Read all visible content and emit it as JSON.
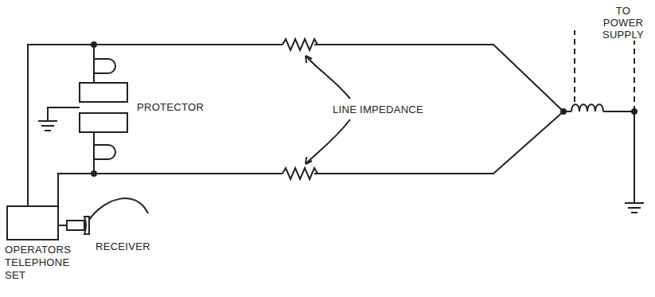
{
  "diagram": {
    "nodes": [
      {
        "text": [
          "OPERATORS TELEPHONE SET"
        ]
      }
    ],
    "labels": [
      "TO POWER SUPPLY",
      "PROTECTOR",
      "LINE IMPEDANCE",
      "RECEIVER"
    ]
  }
}
